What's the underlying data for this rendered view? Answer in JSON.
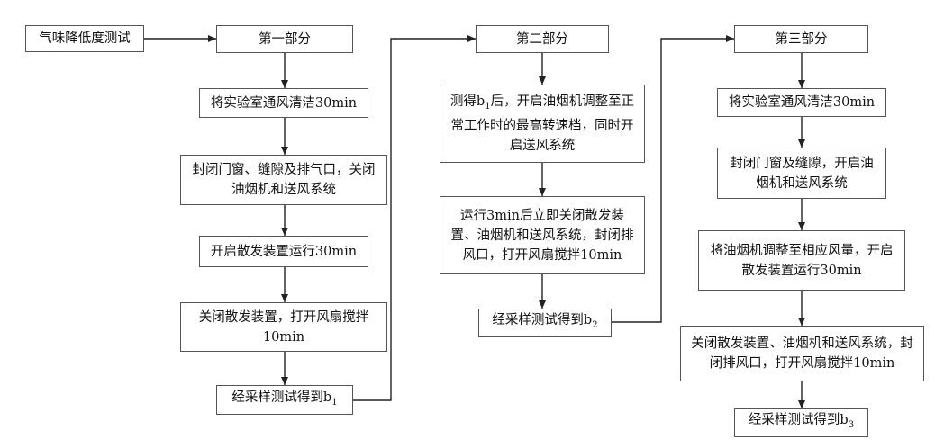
{
  "start": {
    "label": "气味降低度测试"
  },
  "sections": [
    {
      "title": "第一部分",
      "steps": [
        {
          "text": "将实验室通风清洁30min"
        },
        {
          "text": "封闭门窗、缝隙及排气口，关闭油烟机和送风系统"
        },
        {
          "text": "开启散发装置运行30min"
        },
        {
          "text": "关闭散发装置，打开风扇搅拌10min"
        },
        {
          "text": "经采样测试得到",
          "sub": "1"
        }
      ]
    },
    {
      "title": "第二部分",
      "steps": [
        {
          "text_pre": "测得",
          "sub": "1",
          "text_post": "后，开启油烟机调整至正常工作时的最高转速档，同时开启送风系统"
        },
        {
          "text": "运行3min后立即关闭散发装置、油烟机和送风系统，封闭排风口，打开风扇搅拌10min"
        },
        {
          "text": "经采样测试得到",
          "sub": "2"
        }
      ]
    },
    {
      "title": "第三部分",
      "steps": [
        {
          "text": "将实验室通风清洁30min"
        },
        {
          "text": "封闭门窗及缝隙，开启油烟机和送风系统"
        },
        {
          "text": "将油烟机调整至相应风量，开启散发装置运行30min"
        },
        {
          "text": "关闭散发装置、油烟机和送风系统，封闭排风口，打开风扇搅拌10min"
        },
        {
          "text": "经采样测试得到",
          "sub": "3"
        }
      ]
    }
  ]
}
